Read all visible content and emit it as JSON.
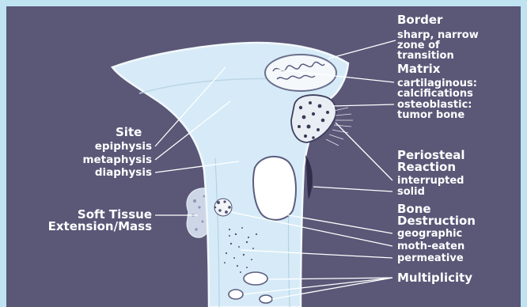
{
  "colors": {
    "background": "#5a5777",
    "frame": "#bfe3f1",
    "bone": "#d6ebf7",
    "bone_outline": "#f2f8fc",
    "label_text": "#ffffff",
    "lesion_dark": "#2f2d4a"
  },
  "labels": {
    "border_heading": "Border",
    "border_sub": [
      "sharp, narrow",
      "zone of",
      "transition"
    ],
    "matrix_heading": "Matrix",
    "matrix_sub": [
      "cartilaginous:",
      "calcifications",
      "osteoblastic:",
      "tumor bone"
    ],
    "periosteal_heading": [
      "Periosteal",
      "Reaction"
    ],
    "periosteal_sub": [
      "interrupted",
      "solid"
    ],
    "bone_destruction_heading": [
      "Bone",
      "Destruction"
    ],
    "bone_destruction_sub": [
      "geographic",
      "moth-eaten",
      "permeative"
    ],
    "multiplicity": "Multiplicity",
    "site_heading": "Site",
    "site_sub": [
      "epiphysis",
      "metaphysis",
      "diaphysis"
    ],
    "soft_tissue": [
      "Soft Tissue",
      "Extension/Mass"
    ]
  }
}
